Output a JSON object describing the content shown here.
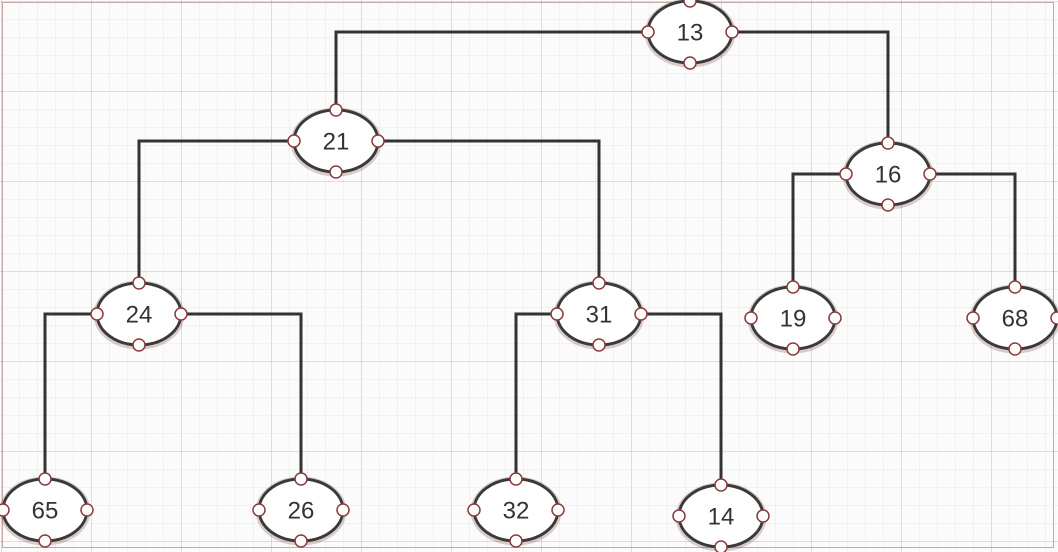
{
  "diagram": {
    "type": "binary-tree",
    "nodes": [
      {
        "id": "n13",
        "label": "13"
      },
      {
        "id": "n21",
        "label": "21"
      },
      {
        "id": "n16",
        "label": "16"
      },
      {
        "id": "n24",
        "label": "24"
      },
      {
        "id": "n31",
        "label": "31"
      },
      {
        "id": "n19",
        "label": "19"
      },
      {
        "id": "n68",
        "label": "68"
      },
      {
        "id": "n65",
        "label": "65"
      },
      {
        "id": "n26",
        "label": "26"
      },
      {
        "id": "n32",
        "label": "32"
      },
      {
        "id": "n14",
        "label": "14"
      }
    ],
    "edges": [
      {
        "from": "n13",
        "to": "n21"
      },
      {
        "from": "n13",
        "to": "n16"
      },
      {
        "from": "n21",
        "to": "n24"
      },
      {
        "from": "n21",
        "to": "n31"
      },
      {
        "from": "n16",
        "to": "n19"
      },
      {
        "from": "n16",
        "to": "n68"
      },
      {
        "from": "n24",
        "to": "n65"
      },
      {
        "from": "n24",
        "to": "n26"
      },
      {
        "from": "n31",
        "to": "n32"
      },
      {
        "from": "n31",
        "to": "n14"
      }
    ],
    "colors": {
      "edge": "#333333",
      "node_outline": "#3a3a3a",
      "handle_outline": "#8b3a3a"
    }
  }
}
